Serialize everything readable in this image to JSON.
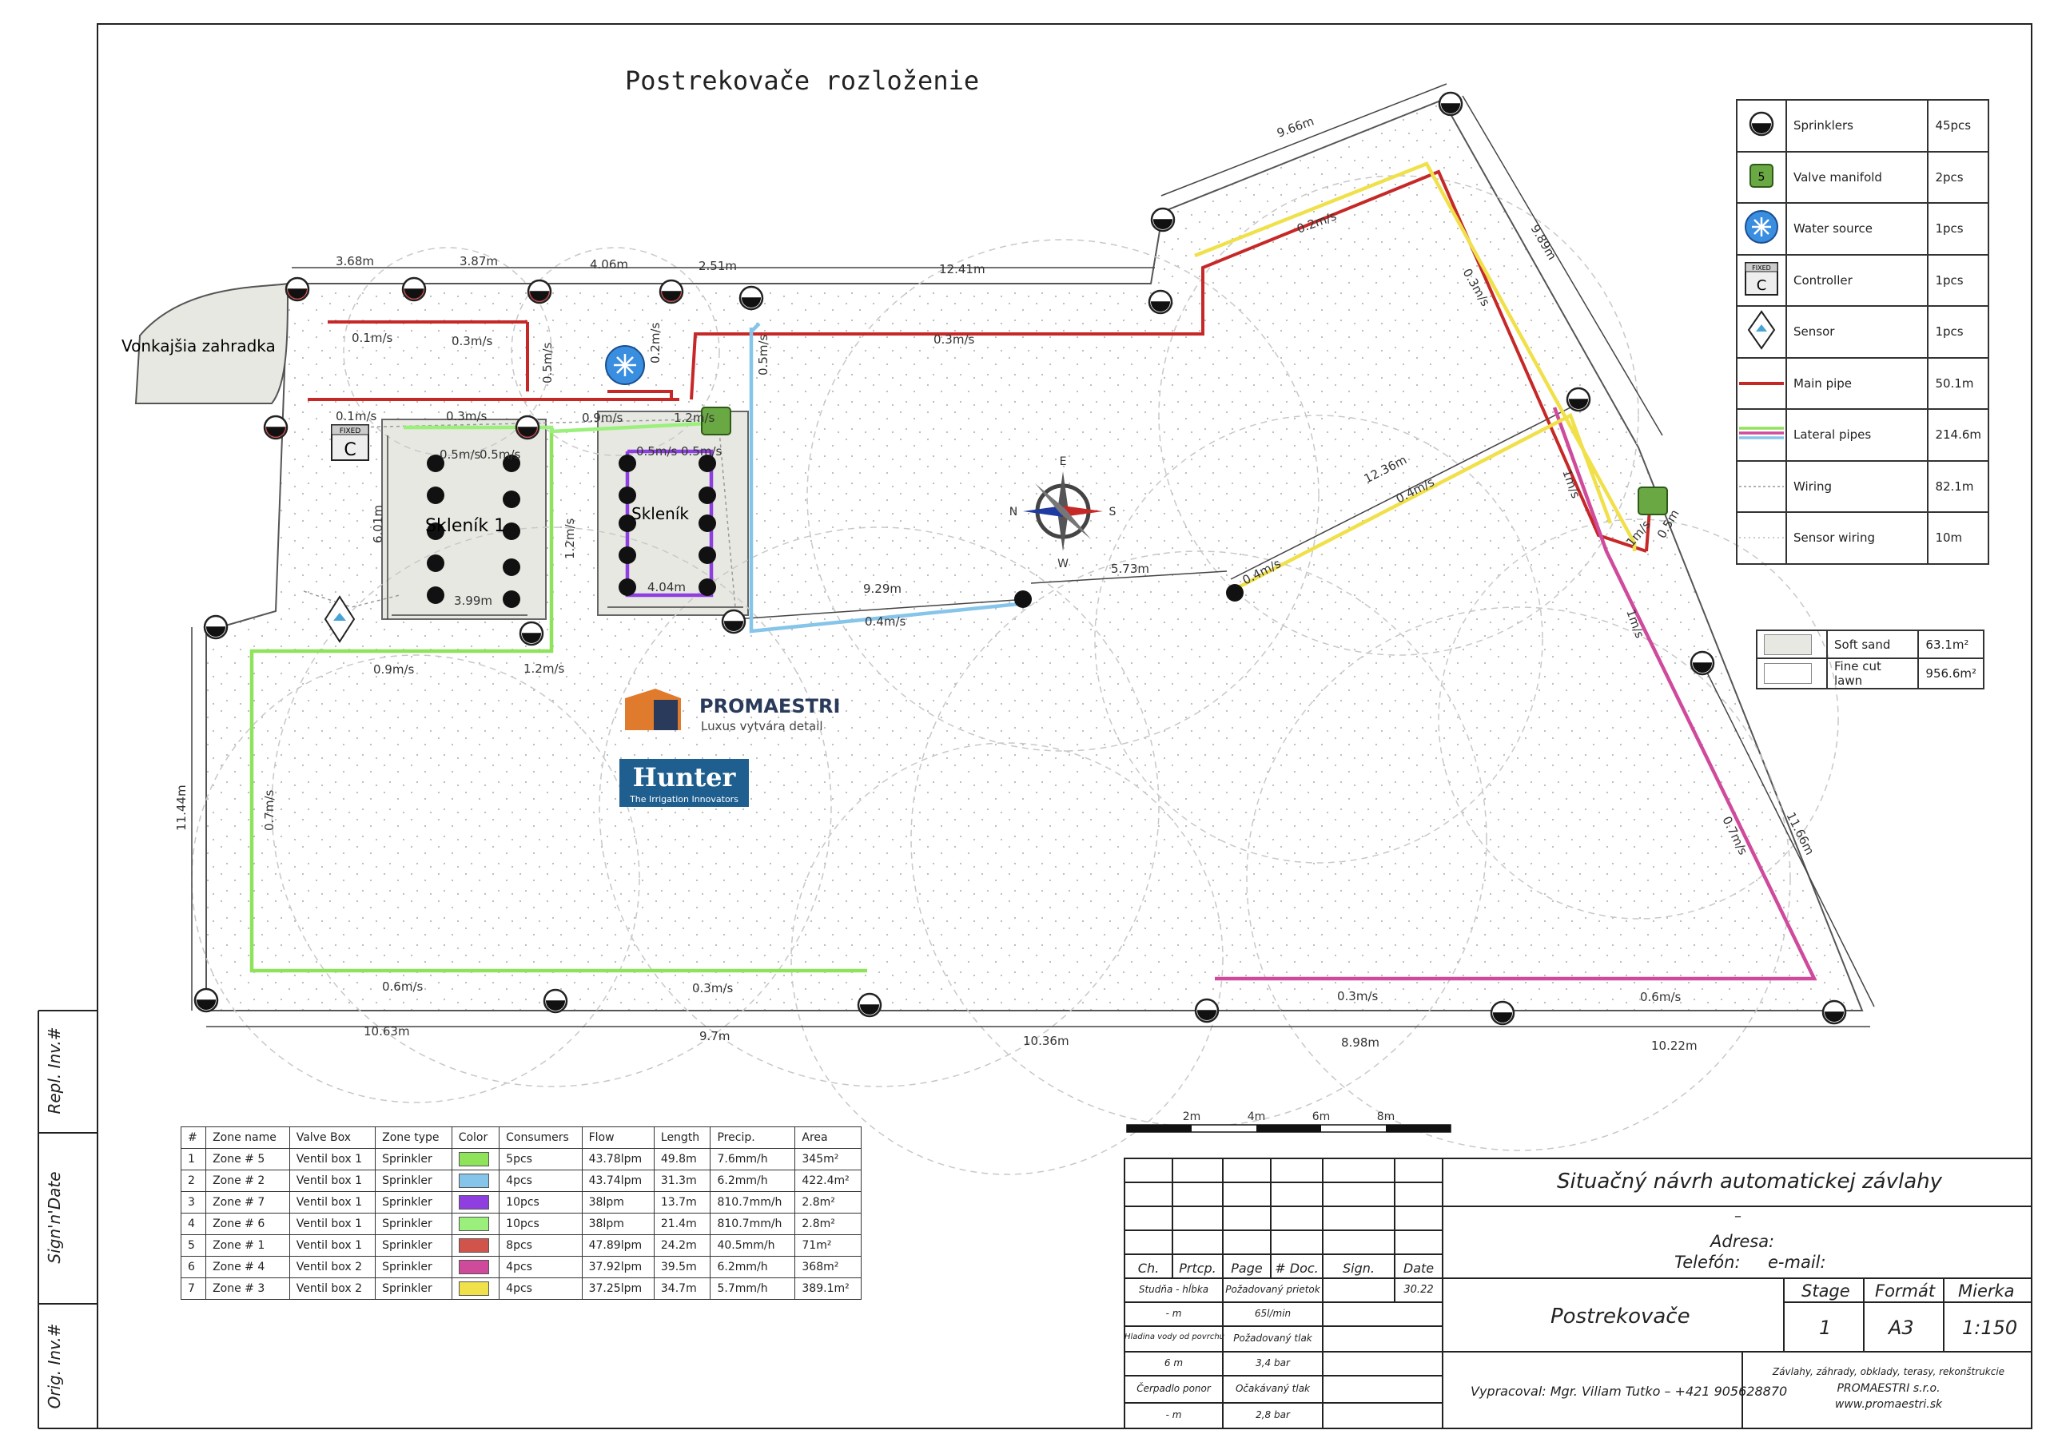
{
  "title": "Postrekovače rozloženie",
  "area_labels": {
    "outside_garden": "Vonkajšia zahradka",
    "greenhouse_1": "Skleník 1",
    "greenhouse_2": "Skleník"
  },
  "dimensions": {
    "d1": "3.68m",
    "d2": "3.87m",
    "d3": "4.06m",
    "d4": "2.51m",
    "d5": "12.41m",
    "d6": "9.66m",
    "d7": "9.89m",
    "d8": "12.36m",
    "d9": "5.73m",
    "d10": "9.29m",
    "d11": "4.04m",
    "d12": "3.99m",
    "d13": "6.01m",
    "d14": "11.44m",
    "d15": "11.66m",
    "d16": "10.63m",
    "d17": "9.7m",
    "d18": "10.36m",
    "d19": "8.98m",
    "d20": "10.22m"
  },
  "pipe_labels": {
    "p1": "0.1m/s",
    "p2": "0.3m/s",
    "p3": "0.5m/s",
    "p4": "0.2m/s",
    "p5": "0.3m/s",
    "p6": "0.5m/s",
    "p7": "0.1m/s",
    "p8": "0.3m/s",
    "p9": "0.9m/s",
    "p10": "1.2m/s",
    "p11": "0.5m/s",
    "p12": "0.5m/s",
    "p13": "0.5m/s",
    "p14": "0.5m/s",
    "p15": "1.2m/s",
    "p16": "0.9m/s",
    "p17": "1.2m/s",
    "p18": "0.4m/s",
    "p19": "0.2m/s",
    "p20": "0.3m/s",
    "p21": "0.4m/s",
    "p22": "0.4m/s",
    "p23": "1m/s",
    "p24": "0.7m/s",
    "p25": "0.6m/s",
    "p26": "0.3m/s",
    "p27": "0.7m/s",
    "p28": "0.6m/s",
    "p29": "0.3m/s",
    "p30": "1m/s",
    "p31": "1m/s",
    "p32": "0.5m"
  },
  "compass": {
    "n": "E",
    "e": "S",
    "w": "N",
    "s": "W"
  },
  "controller_label": "FIXED",
  "controller_letter": "C",
  "valve_letter": "5",
  "logos": {
    "promaestri": "PROMAESTRI",
    "promaestri_tagline": "Luxus vytvára detail",
    "hunter": "Hunter",
    "hunter_tagline": "The Irrigation Innovators"
  },
  "legend": [
    {
      "icon": "sprinkler-icon",
      "label": "Sprinklers",
      "qty": "45pcs"
    },
    {
      "icon": "valve-manifold-icon",
      "label": "Valve manifold",
      "qty": "2pcs"
    },
    {
      "icon": "water-source-icon",
      "label": "Water source",
      "qty": "1pcs"
    },
    {
      "icon": "controller-icon",
      "label": "Controller",
      "qty": "1pcs"
    },
    {
      "icon": "sensor-icon",
      "label": "Sensor",
      "qty": "1pcs"
    },
    {
      "icon": "main-pipe-icon",
      "label": "Main pipe",
      "qty": "50.1m"
    },
    {
      "icon": "lateral-pipes-icon",
      "label": "Lateral pipes",
      "qty": "214.6m"
    },
    {
      "icon": "wiring-icon",
      "label": "Wiring",
      "qty": "82.1m"
    },
    {
      "icon": "sensor-wiring-icon",
      "label": "Sensor wiring",
      "qty": "10m"
    }
  ],
  "surfaces": [
    {
      "label": "Soft sand",
      "area": "63.1m²",
      "color": "#e8e8e3"
    },
    {
      "label": "Fine cut lawn",
      "area": "956.6m²",
      "color": "#ffffff"
    }
  ],
  "colors": {
    "main_pipe": "#c62828",
    "zone_green": "#8ee35a",
    "zone_blue": "#86c5ea",
    "zone_purple": "#8f3fe0",
    "zone_light_green": "#9af07a",
    "zone_red": "#d0544c",
    "zone_pink": "#d04a9c",
    "zone_yellow": "#f0e04a",
    "valve": "#6aa843"
  },
  "zones_table": {
    "headers": [
      "#",
      "Zone name",
      "Valve Box",
      "Zone type",
      "Color",
      "Consumers",
      "Flow",
      "Length",
      "Precip.",
      "Area"
    ],
    "rows": [
      {
        "n": "1",
        "name": "Zone # 5",
        "box": "Ventil box 1",
        "type": "Sprinkler",
        "color": "#8ee35a",
        "consumers": "5pcs",
        "flow": "43.78lpm",
        "length": "49.8m",
        "precip": "7.6mm/h",
        "area": "345m²"
      },
      {
        "n": "2",
        "name": "Zone # 2",
        "box": "Ventil box 1",
        "type": "Sprinkler",
        "color": "#86c5ea",
        "consumers": "4pcs",
        "flow": "43.74lpm",
        "length": "31.3m",
        "precip": "6.2mm/h",
        "area": "422.4m²"
      },
      {
        "n": "3",
        "name": "Zone # 7",
        "box": "Ventil box 1",
        "type": "Sprinkler",
        "color": "#8f3fe0",
        "consumers": "10pcs",
        "flow": "38lpm",
        "length": "13.7m",
        "precip": "810.7mm/h",
        "area": "2.8m²"
      },
      {
        "n": "4",
        "name": "Zone # 6",
        "box": "Ventil box 1",
        "type": "Sprinkler",
        "color": "#9af07a",
        "consumers": "10pcs",
        "flow": "38lpm",
        "length": "21.4m",
        "precip": "810.7mm/h",
        "area": "2.8m²"
      },
      {
        "n": "5",
        "name": "Zone # 1",
        "box": "Ventil box 1",
        "type": "Sprinkler",
        "color": "#d0544c",
        "consumers": "8pcs",
        "flow": "47.89lpm",
        "length": "24.2m",
        "precip": "40.5mm/h",
        "area": "71m²"
      },
      {
        "n": "6",
        "name": "Zone # 4",
        "box": "Ventil box 2",
        "type": "Sprinkler",
        "color": "#d04a9c",
        "consumers": "4pcs",
        "flow": "37.92lpm",
        "length": "39.5m",
        "precip": "6.2mm/h",
        "area": "368m²"
      },
      {
        "n": "7",
        "name": "Zone # 3",
        "box": "Ventil box 2",
        "type": "Sprinkler",
        "color": "#f0e04a",
        "consumers": "4pcs",
        "flow": "37.25lpm",
        "length": "34.7m",
        "precip": "5.7mm/h",
        "area": "389.1m²"
      }
    ]
  },
  "scale_bar": [
    "2m",
    "4m",
    "6m",
    "8m"
  ],
  "side_labels": {
    "repl": "Repl. Inv.#",
    "sign": "Sign'n'Date",
    "orig": "Orig. Inv.#"
  },
  "title_block": {
    "project_title": "Situačný návrh automatickej závlahy",
    "dash": "–",
    "address_label": "Adresa:",
    "phone_label": "Telefón:",
    "email_label": "e-mail:",
    "drawing_name": "Postrekovače",
    "stage_label": "Stage",
    "stage_value": "1",
    "format_label": "Formát",
    "format_value": "A3",
    "scale_label": "Mierka",
    "scale_value": "1:150",
    "col_headers": [
      "Ch.",
      "Prtcp.",
      "Page",
      "# Doc.",
      "Sign.",
      "Date"
    ],
    "info_rows": [
      [
        "Studňa - hĺbka",
        "Požadovaný prietok",
        "30.22"
      ],
      [
        "- m",
        "65l/min",
        ""
      ],
      [
        "Hladina vody od povrchu",
        "Požadovaný tlak",
        ""
      ],
      [
        "6 m",
        "3,4 bar",
        ""
      ],
      [
        "Čerpadlo ponor",
        "Očakávaný tlak",
        ""
      ],
      [
        "- m",
        "2,8 bar",
        ""
      ]
    ],
    "author": "Vypracoval: Mgr. Viliam Tutko – +421 905628870",
    "company_line1": "Závlahy, záhrady, obklady, terasy, rekonštrukcie",
    "company_line2": "PROMAESTRI s.r.o.",
    "company_line3": "www.promaestri.sk"
  }
}
